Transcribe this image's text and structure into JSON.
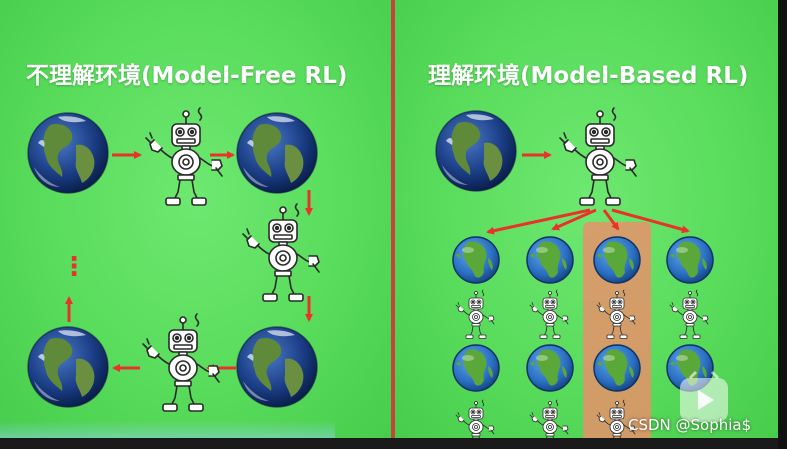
{
  "left_panel": {
    "title": "不理解环境(Model-Free RL)",
    "ellipsis": "⋮"
  },
  "right_panel": {
    "title": "理解环境(Model-Based RL)"
  },
  "watermark": {
    "text": "CSDN @Sophia$"
  },
  "colors": {
    "background": "#5bdc5e",
    "divider": "#c9433d",
    "arrow": "#e8332a",
    "highlight": "#e8906a"
  },
  "icons": [
    "earth-icon",
    "robot-icon",
    "arrow-icon",
    "play-icon"
  ]
}
